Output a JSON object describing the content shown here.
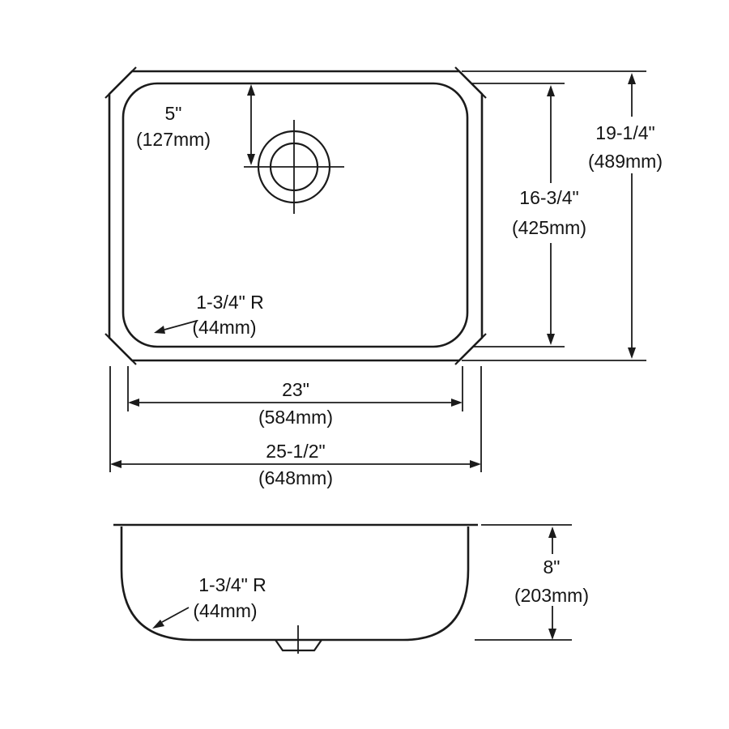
{
  "drawing": {
    "colors": {
      "line": "#1b1b1b",
      "background": "#ffffff"
    },
    "top_view": {
      "labels": {
        "drain_offset_in": "5\"",
        "drain_offset_mm": "(127mm)",
        "radius_line1": "1-3/4\" R",
        "radius_line2": "(44mm)",
        "inner_depth_in": "16-3/4\"",
        "inner_depth_mm": "(425mm)",
        "outer_depth_in": "19-1/4\"",
        "outer_depth_mm": "(489mm)",
        "inner_width_in": "23\"",
        "inner_width_mm": "(584mm)",
        "outer_width_in": "25-1/2\"",
        "outer_width_mm": "(648mm)"
      }
    },
    "front_view": {
      "labels": {
        "radius_line1": "1-3/4\" R",
        "radius_line2": "(44mm)",
        "bowl_depth_in": "8\"",
        "bowl_depth_mm": "(203mm)"
      }
    }
  }
}
